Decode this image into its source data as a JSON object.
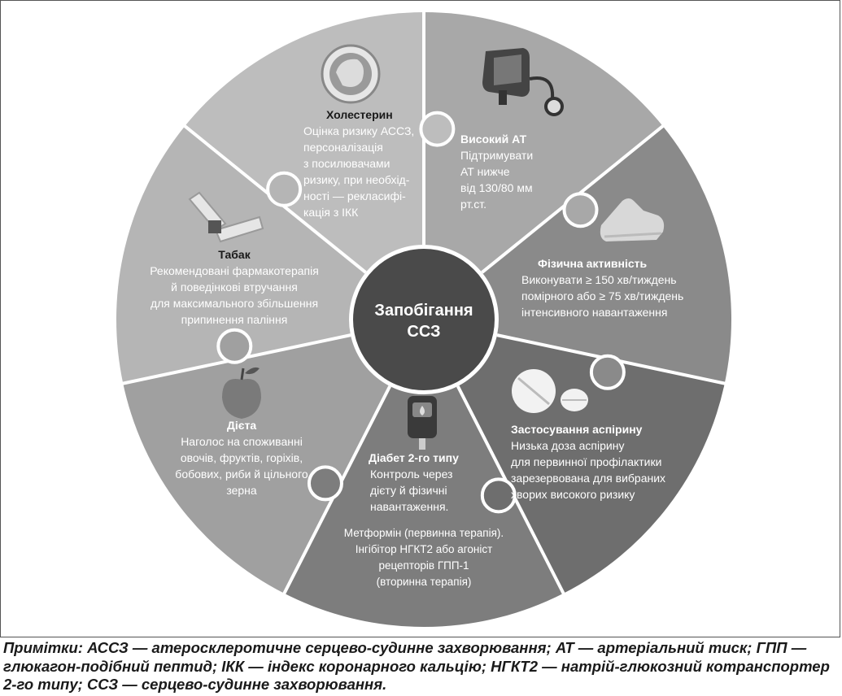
{
  "center": {
    "label": "Запобігання\nССЗ"
  },
  "segments": [
    {
      "id": "cholesterol",
      "icon": "cholesterol-artery-icon",
      "title": "Холестерин",
      "body": "Оцінка ризику АССЗ,\nперсоналізація\nз посилювачами\nризику, при необхід-\nності — рекласифі-\nкація з ІКК",
      "color": "#bdbdbd"
    },
    {
      "id": "bp",
      "icon": "blood-pressure-cuff-icon",
      "title": "Високий АТ",
      "body": "Підтримувати\nАТ нижче\nвід 130/80 мм\nрт.ст.",
      "color": "#a8a8a8"
    },
    {
      "id": "activity",
      "icon": "sneaker-icon",
      "title": "Фізична активність",
      "body": "Виконувати ≥ 150 хв/тиждень\nпомірного або ≥ 75 хв/тиждень\nінтенсивного навантаження",
      "color": "#8a8a8a"
    },
    {
      "id": "aspirin",
      "icon": "pills-icon",
      "title": "Застосування аспірину",
      "body": "Низька доза аспірину\nдля первинної профілактики\nзарезервована для вибраних\nхворих високого ризику",
      "color": "#6e6e6e"
    },
    {
      "id": "diabetes",
      "icon": "glucometer-icon",
      "title": "Діабет 2-го типу",
      "body": "Контроль через\nдієту й фізичні\nнавантаження.",
      "body2": "Метформін (первинна терапія).\nІнгібітор НГКТ2 або агоніст\nрецепторів ГПП-1\n(вторинна терапія)",
      "color": "#7d7d7d"
    },
    {
      "id": "diet",
      "icon": "apple-icon",
      "title": "Дієта",
      "body": "Наголос на споживанні\nовочів, фруктів, горіхів,\nбобових, риби й цільного\nзерна",
      "color": "#a0a0a0"
    },
    {
      "id": "tobacco",
      "icon": "inhaler-icon",
      "title": "Табак",
      "body": "Рекомендовані фармакотерапія\nй поведінкові втручання\nдля максимального збільшення\nприпинення паління",
      "color": "#b5b5b5"
    }
  ],
  "notes": "Примітки: АССЗ — атеросклеротичне серцево-судинне захворювання; АТ — артеріальний тиск; ГПП — глюкагон-подібний пептид; ІКК — індекс коронарного кальцію; НГКТ2 — натрій-глюкозний котранспортер 2-го типу; ССЗ — серцево-судинне захворювання."
}
